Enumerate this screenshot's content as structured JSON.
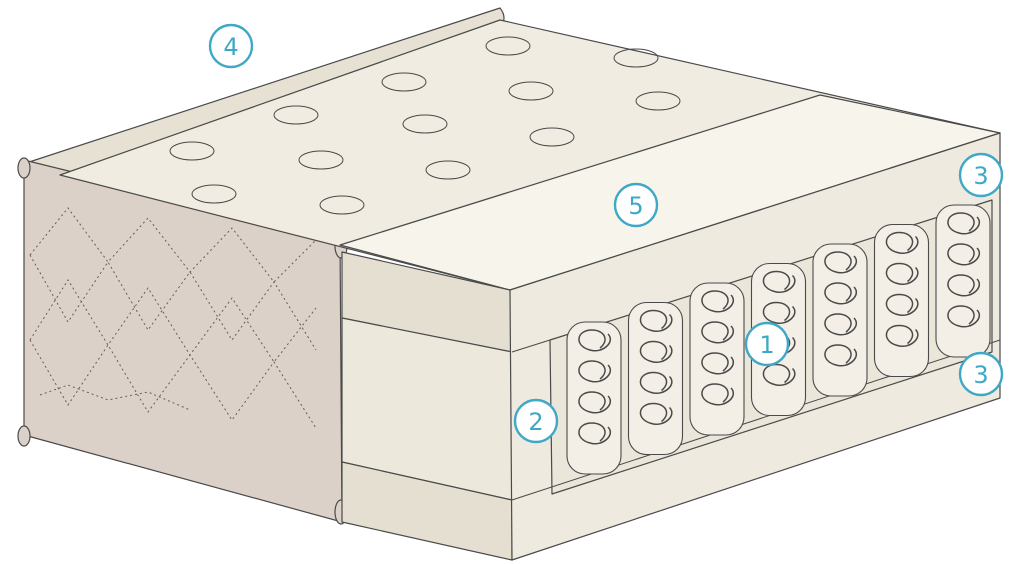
{
  "colors": {
    "foam_light": "#f1ece2",
    "foam_mid": "#e5dfd1",
    "foam_dark": "#d8d2c2",
    "fabric": "#dcd1c8",
    "callout": "#3fa8c6"
  },
  "callouts": {
    "spring_unit": "1",
    "side_support": "2",
    "foam_top": "3",
    "foam_bottom": "3",
    "cover": "4",
    "top_layer": "5"
  }
}
